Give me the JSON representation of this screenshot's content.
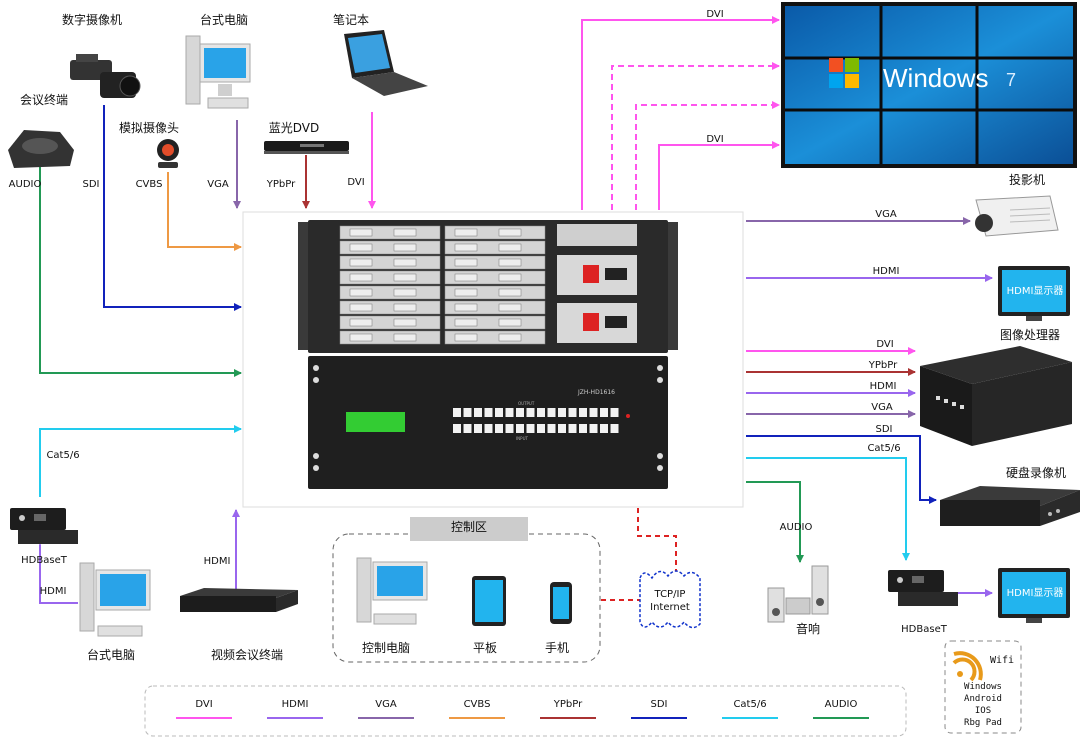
{
  "colors": {
    "dvi": "#ff55ee",
    "hdmi": "#9966ee",
    "vga": "#8866aa",
    "cvbs": "#ee9944",
    "ypbpr": "#aa3333",
    "sdi": "#1122bb",
    "cat": "#22ccee",
    "audio": "#229955"
  },
  "devices": {
    "digital_camera": "数字摄像机",
    "desktop_pc_top": "台式电脑",
    "laptop": "笔记本",
    "conf_terminal": "会议终端",
    "analog_camera": "模拟摄像头",
    "bluray_dvd": "蓝光DVD",
    "projector": "投影机",
    "hdmi_display_top": "HDMI显示器",
    "image_processor": "图像处理器",
    "dvr": "硬盘录像机",
    "hdbaset_left": "HDBaseT",
    "desktop_pc_bottom": "台式电脑",
    "video_conf_terminal": "视频会议终端",
    "control_pc": "控制电脑",
    "tablet": "平板",
    "phone": "手机",
    "speaker": "音响",
    "hdbaset_right": "HDBaseT",
    "hdmi_display_bottom": "HDMI显示器"
  },
  "signals": {
    "audio_in": "AUDIO",
    "sdi_in": "SDI",
    "cvbs_in": "CVBS",
    "vga_in": "VGA",
    "ypbpr_in": "YPbPr",
    "dvi_in": "DVI",
    "cat_in": "Cat5/6",
    "hdmi_in": "HDMI",
    "dvi_out_top": "DVI",
    "dvi_out_mid": "DVI",
    "vga_out": "VGA",
    "hdmi_out": "HDMI",
    "dvi_out2": "DVI",
    "ypbpr_out": "YPbPr",
    "hdmi_out2": "HDMI",
    "vga_out2": "VGA",
    "sdi_out": "SDI",
    "cat_out": "Cat5/6",
    "audio_out": "AUDIO"
  },
  "control_area": {
    "title": "控制区"
  },
  "network": {
    "line1": "TCP/IP",
    "line2": "Internet"
  },
  "video_wall": {
    "brand": "Windows",
    "version": "7"
  },
  "matrix": {
    "model": "JZH-HD1616",
    "output_label": "OUTPUT",
    "input_label": "INPUT"
  },
  "wifi": {
    "title": "Wifi",
    "platforms": [
      "Windows",
      "Android",
      "IOS",
      "Rbg Pad"
    ]
  },
  "legend": [
    {
      "label": "DVI",
      "color": "#ff55ee"
    },
    {
      "label": "HDMI",
      "color": "#9966ee"
    },
    {
      "label": "VGA",
      "color": "#8866aa"
    },
    {
      "label": "CVBS",
      "color": "#ee9944"
    },
    {
      "label": "YPbPr",
      "color": "#aa3333"
    },
    {
      "label": "SDI",
      "color": "#1122bb"
    },
    {
      "label": "Cat5/6",
      "color": "#22ccee"
    },
    {
      "label": "AUDIO",
      "color": "#229955"
    }
  ]
}
